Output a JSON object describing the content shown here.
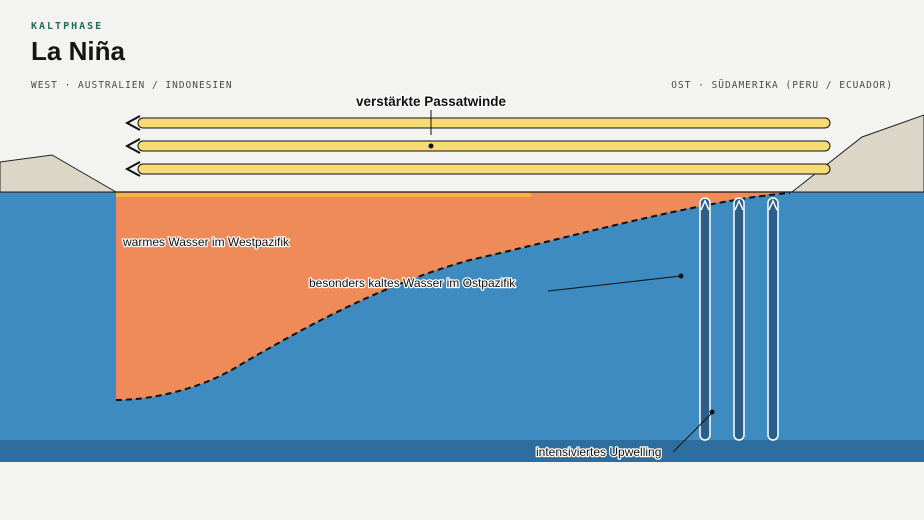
{
  "header": {
    "eyebrow": "KALTPHASE",
    "title": "La Niña",
    "west_label": "WEST · AUSTRALIEN / INDONESIEN",
    "east_label": "OST · SÜDAMERIKA (PERU / ECUADOR)"
  },
  "labels": {
    "trade_winds": "verstärkte Passatwinde",
    "warm_water": "warmes Wasser im Westpazifik",
    "cold_water": "besonders kaltes Wasser im Ostpazifik",
    "upwelling": "intensiviertes Upwelling"
  },
  "colors": {
    "ocean": "#3d8bc0",
    "ocean_floor": "#2e6e9f",
    "warm_pool": "#ef8b58",
    "warm_surface": "#f7b343",
    "wind_arrow": "#f7dc76",
    "land": "#dcd6c6"
  }
}
